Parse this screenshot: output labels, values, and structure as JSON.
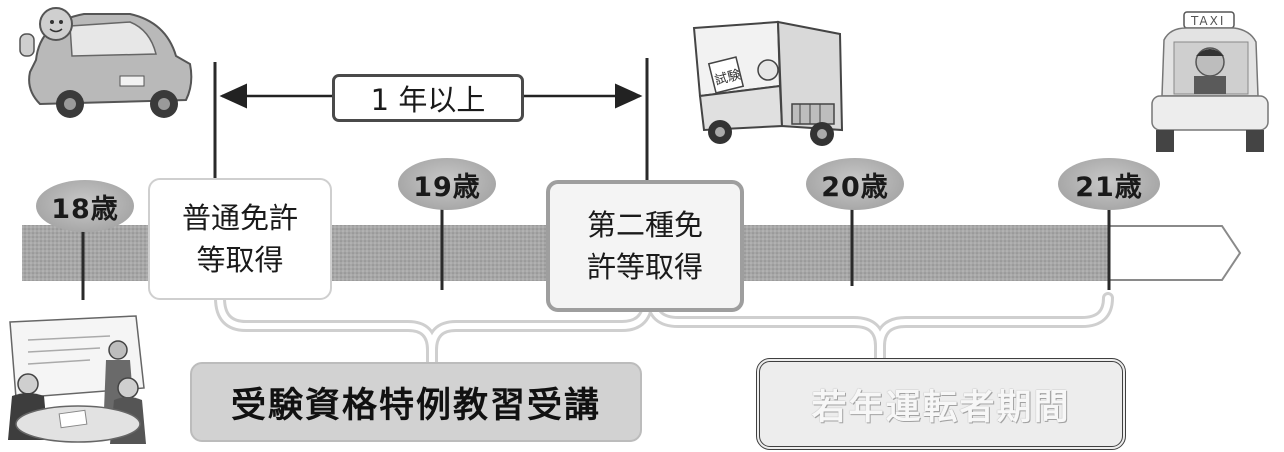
{
  "ages": [
    {
      "id": "age-18",
      "label": "18歳"
    },
    {
      "id": "age-19",
      "label": "19歳"
    },
    {
      "id": "age-20",
      "label": "20歳"
    },
    {
      "id": "age-21",
      "label": "21歳"
    }
  ],
  "events": {
    "license": {
      "line1": "普通免許",
      "line2": "等取得"
    },
    "second_class": {
      "line1": "第二種免",
      "line2": "許等取得"
    }
  },
  "duration": {
    "label": "1 年以上"
  },
  "special_course": {
    "label": "受験資格特例教習受講"
  },
  "novice_period": {
    "label": "若年運転者期間"
  },
  "taxi_sign": "TAXI",
  "truck_sign": "試験",
  "colors": {
    "timeline_band": "#a9a9a9",
    "age_badge": "#b0b0b0",
    "course_box": "#d2d2d2",
    "outline": "#4a4a4a"
  },
  "icons": [
    "car-driver-icon",
    "truck-driver-icon",
    "taxi-driver-icon",
    "classroom-lecture-icon"
  ]
}
